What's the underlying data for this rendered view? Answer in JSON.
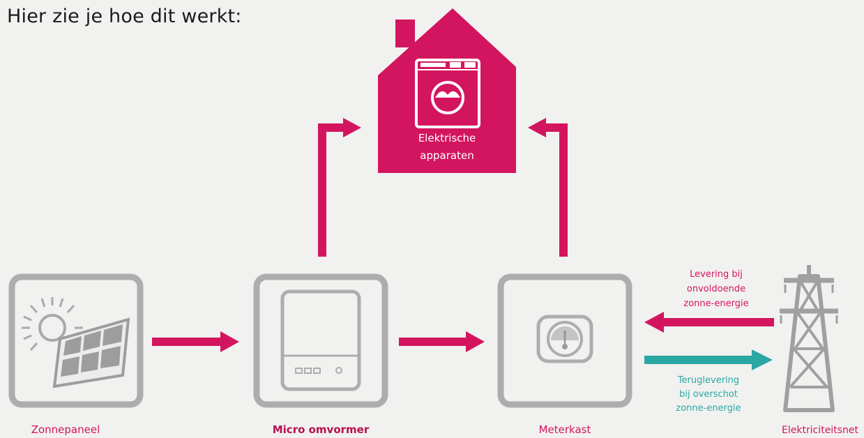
{
  "heading": "Hier zie je hoe dit werkt:",
  "colors": {
    "magenta": "#d3155f",
    "teal": "#2aa7a3",
    "gray": "#adadad",
    "background": "#f1f1f0"
  },
  "house": {
    "label_line1": "Elektrische",
    "label_line2": "apparaten"
  },
  "nodes": {
    "solar_panel": "Zonnepaneel",
    "micro_inverter": "Micro omvormer",
    "meter_cabinet": "Meterkast",
    "grid": "Elektriciteitsnet"
  },
  "delivery_label": [
    "Levering bij",
    "onvoldoende",
    "zonne-energie"
  ],
  "return_label": [
    "Teruglevering",
    "bij overschot",
    "zonne-energie"
  ]
}
